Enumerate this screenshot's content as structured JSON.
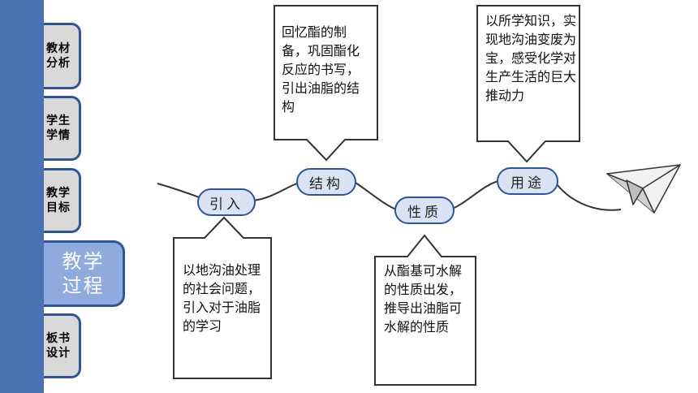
{
  "sidebar": {
    "tabs": [
      {
        "label": "教材\n分析"
      },
      {
        "label": "学生\n学情"
      },
      {
        "label": "教学\n目标"
      },
      {
        "label": "教学\n过程"
      },
      {
        "label": "板书\n设计"
      }
    ]
  },
  "flow": {
    "nodes": [
      {
        "label": "引入"
      },
      {
        "label": "结构"
      },
      {
        "label": "性质"
      },
      {
        "label": "用途"
      }
    ],
    "callouts": [
      {
        "text": "以地沟油处理的社会问题，引入对于油脂的学习"
      },
      {
        "text": "回忆酯的制备，巩固酯化反应的书写，引出油脂的结构"
      },
      {
        "text": "从酯基可水解的性质出发，推导出油脂可水解的性质"
      },
      {
        "text": "以所学知识，实现地沟油变废为宝，感受化学对生产生活的巨大推动力"
      }
    ]
  },
  "colors": {
    "sidebar": "#4a72b2",
    "tab_border": "#2f5597",
    "tab_fill": "#d9d9d9",
    "active_tab_fill": "#8faadc",
    "node_fill": "#dae3f3"
  }
}
